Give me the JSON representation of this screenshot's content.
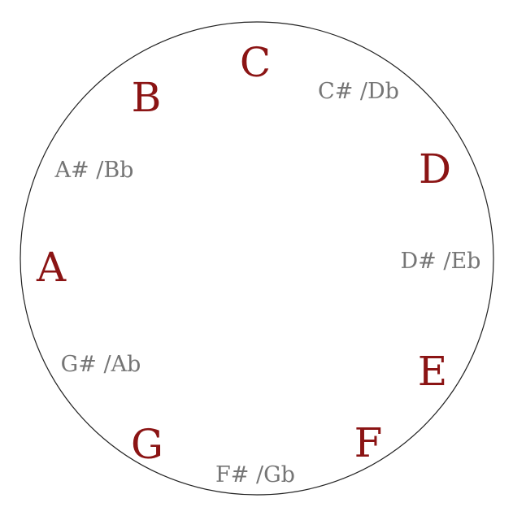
{
  "notes": [
    {
      "id": "c",
      "label": "C",
      "kind": "natural"
    },
    {
      "id": "c-sharp-d-flat",
      "label": "C# /Db",
      "kind": "accidental"
    },
    {
      "id": "d",
      "label": "D",
      "kind": "natural"
    },
    {
      "id": "d-sharp-e-flat",
      "label": "D# /Eb",
      "kind": "accidental"
    },
    {
      "id": "e",
      "label": "E",
      "kind": "natural"
    },
    {
      "id": "f",
      "label": "F",
      "kind": "natural"
    },
    {
      "id": "f-sharp-g-flat",
      "label": "F# /Gb",
      "kind": "accidental"
    },
    {
      "id": "g",
      "label": "G",
      "kind": "natural"
    },
    {
      "id": "g-sharp-a-flat",
      "label": "G# /Ab",
      "kind": "accidental"
    },
    {
      "id": "a",
      "label": "A",
      "kind": "natural"
    },
    {
      "id": "a-sharp-b-flat",
      "label": "A# /Bb",
      "kind": "accidental"
    },
    {
      "id": "b",
      "label": "B",
      "kind": "natural"
    }
  ],
  "colors": {
    "natural": "#8b1414",
    "accidental": "#757575",
    "circle_stroke": "#222222",
    "background": "#ffffff"
  }
}
